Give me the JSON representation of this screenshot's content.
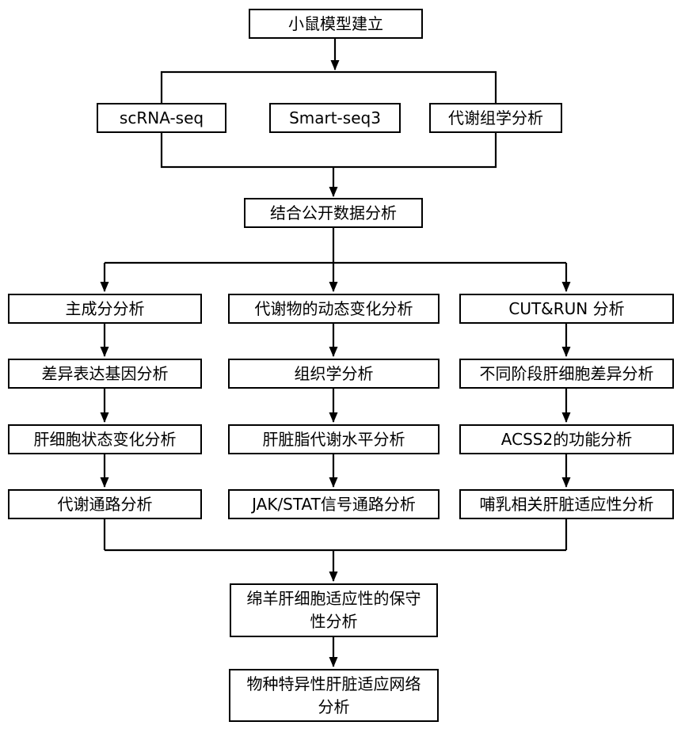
{
  "flowchart": {
    "root": "小鼠模型建立",
    "methods": [
      "scRNA-seq",
      "Smart-seq3",
      "代谢组学分析"
    ],
    "integrate": "结合公开数据分析",
    "columns": [
      {
        "rows": [
          "主成分分析",
          "差异表达基因分析",
          "肝细胞状态变化分析",
          "代谢通路分析"
        ]
      },
      {
        "rows": [
          "代谢物的动态变化分析",
          "组织学分析",
          "肝脏脂代谢水平分析",
          "JAK/STAT信号通路分析"
        ]
      },
      {
        "rows": [
          "CUT&RUN 分析",
          "不同阶段肝细胞差异分析",
          "ACSS2的功能分析",
          "哺乳相关肝脏适应性分析"
        ]
      }
    ],
    "conclusions": [
      "绵羊肝细胞适应性的保守\n性分析",
      "物种特异性肝脏适应网络\n分析"
    ],
    "colors": {
      "line": "#000000",
      "box_background": "#ffffff",
      "text": "#000000"
    }
  }
}
